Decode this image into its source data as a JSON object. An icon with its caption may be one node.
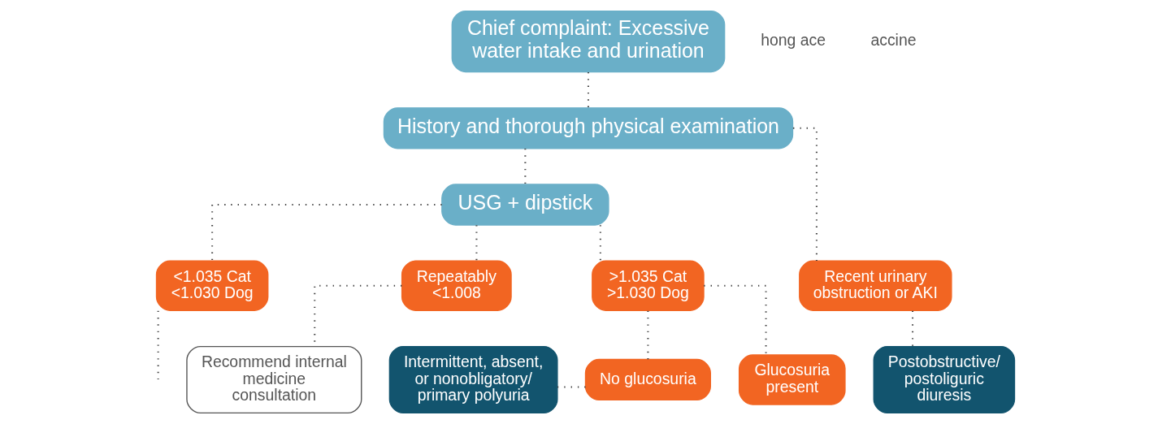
{
  "diagram": {
    "nodes": [
      {
        "text": [
          "Chief complaint: Excessive water intake and urination"
        ]
      },
      {
        "text": [
          "History and thorough physical examination"
        ]
      },
      {
        "text": [
          "USG + dipstick"
        ]
      },
      {
        "text": [
          ">1.035 Cat >1.030 Dog"
        ]
      },
      {
        "text": [
          "<1.035 Cat <1.030 Dog"
        ]
      },
      {
        "text": [
          "Repeatably <1.008"
        ]
      },
      {
        "text": [
          "Recent urinary obstruction or AKI"
        ]
      },
      {
        "text": [
          "Intermittent, absent, or nonobligatory/ primary polyuria"
        ]
      },
      {
        "text": [
          "No glucosuria"
        ]
      },
      {
        "text": [
          "Glucosuria present"
        ]
      },
      {
        "text": [
          "Recommend internal medicine consultation"
        ]
      },
      {
        "text": [
          "Postobstructive/ postoliguric diuresis"
        ]
      }
    ],
    "edges": [
      {
        "from": 0,
        "to": 1,
        "arrow": "none"
      },
      {
        "from": 1,
        "to": 2,
        "arrow": "none"
      },
      {
        "from": 1,
        "to": 6,
        "arrow": "none"
      },
      {
        "from": 2,
        "to": 3,
        "arrow": "none"
      },
      {
        "from": 2,
        "to": 4,
        "arrow": "none"
      },
      {
        "from": 2,
        "to": 5,
        "arrow": "none"
      },
      {
        "from": 3,
        "to": 8,
        "arrow": "none"
      },
      {
        "from": 3,
        "to": 9,
        "arrow": "none"
      },
      {
        "from": 8,
        "to": 7,
        "arrow": "none"
      },
      {
        "from": 4,
        "to": null,
        "arrow": "none"
      },
      {
        "from": 5,
        "to": 10,
        "arrow": "none"
      },
      {
        "from": 6,
        "to": 11,
        "arrow": "none"
      }
    ],
    "labels": [
      "hong ace",
      "accine"
    ]
  }
}
